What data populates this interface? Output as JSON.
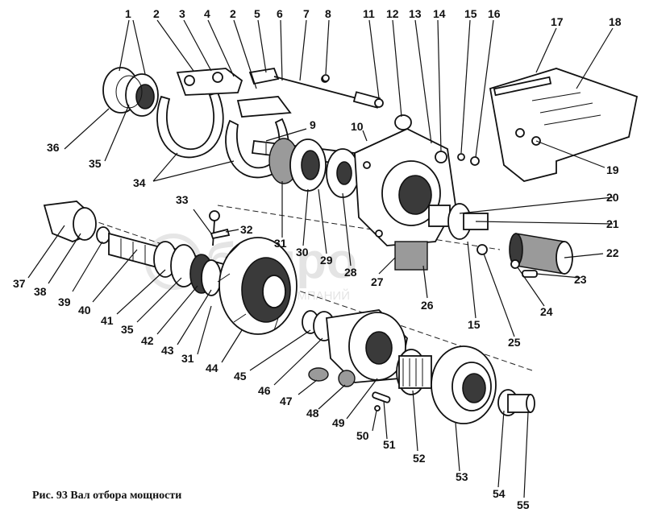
{
  "caption": "Рис. 93  Вал отбора мощности",
  "watermark": {
    "text_main": "белро",
    "text_sub": "ГРУППА КОМПАНИЙ"
  },
  "labels": {
    "l1": "1",
    "l2a": "2",
    "l3": "3",
    "l4": "4",
    "l2b": "2",
    "l5": "5",
    "l6": "6",
    "l7": "7",
    "l8": "8",
    "l11": "11",
    "l12": "12",
    "l13": "13",
    "l14": "14",
    "l15a": "15",
    "l16": "16",
    "l17": "17",
    "l18": "18",
    "l36": "36",
    "l35a": "35",
    "l34": "34",
    "l9": "9",
    "l10": "10",
    "l19": "19",
    "l20": "20",
    "l21": "21",
    "l22": "22",
    "l23": "23",
    "l24": "24",
    "l25": "25",
    "l15b": "15",
    "l26": "26",
    "l27": "27",
    "l28": "28",
    "l29": "29",
    "l30": "30",
    "l31a": "31",
    "l32": "32",
    "l33": "33",
    "l37": "37",
    "l38": "38",
    "l39": "39",
    "l40": "40",
    "l41": "41",
    "l35b": "35",
    "l42": "42",
    "l43": "43",
    "l31b": "31",
    "l44": "44",
    "l45": "45",
    "l46": "46",
    "l47": "47",
    "l48": "48",
    "l49": "49",
    "l50": "50",
    "l51": "51",
    "l52": "52",
    "l53": "53",
    "l54": "54",
    "l55": "55"
  }
}
